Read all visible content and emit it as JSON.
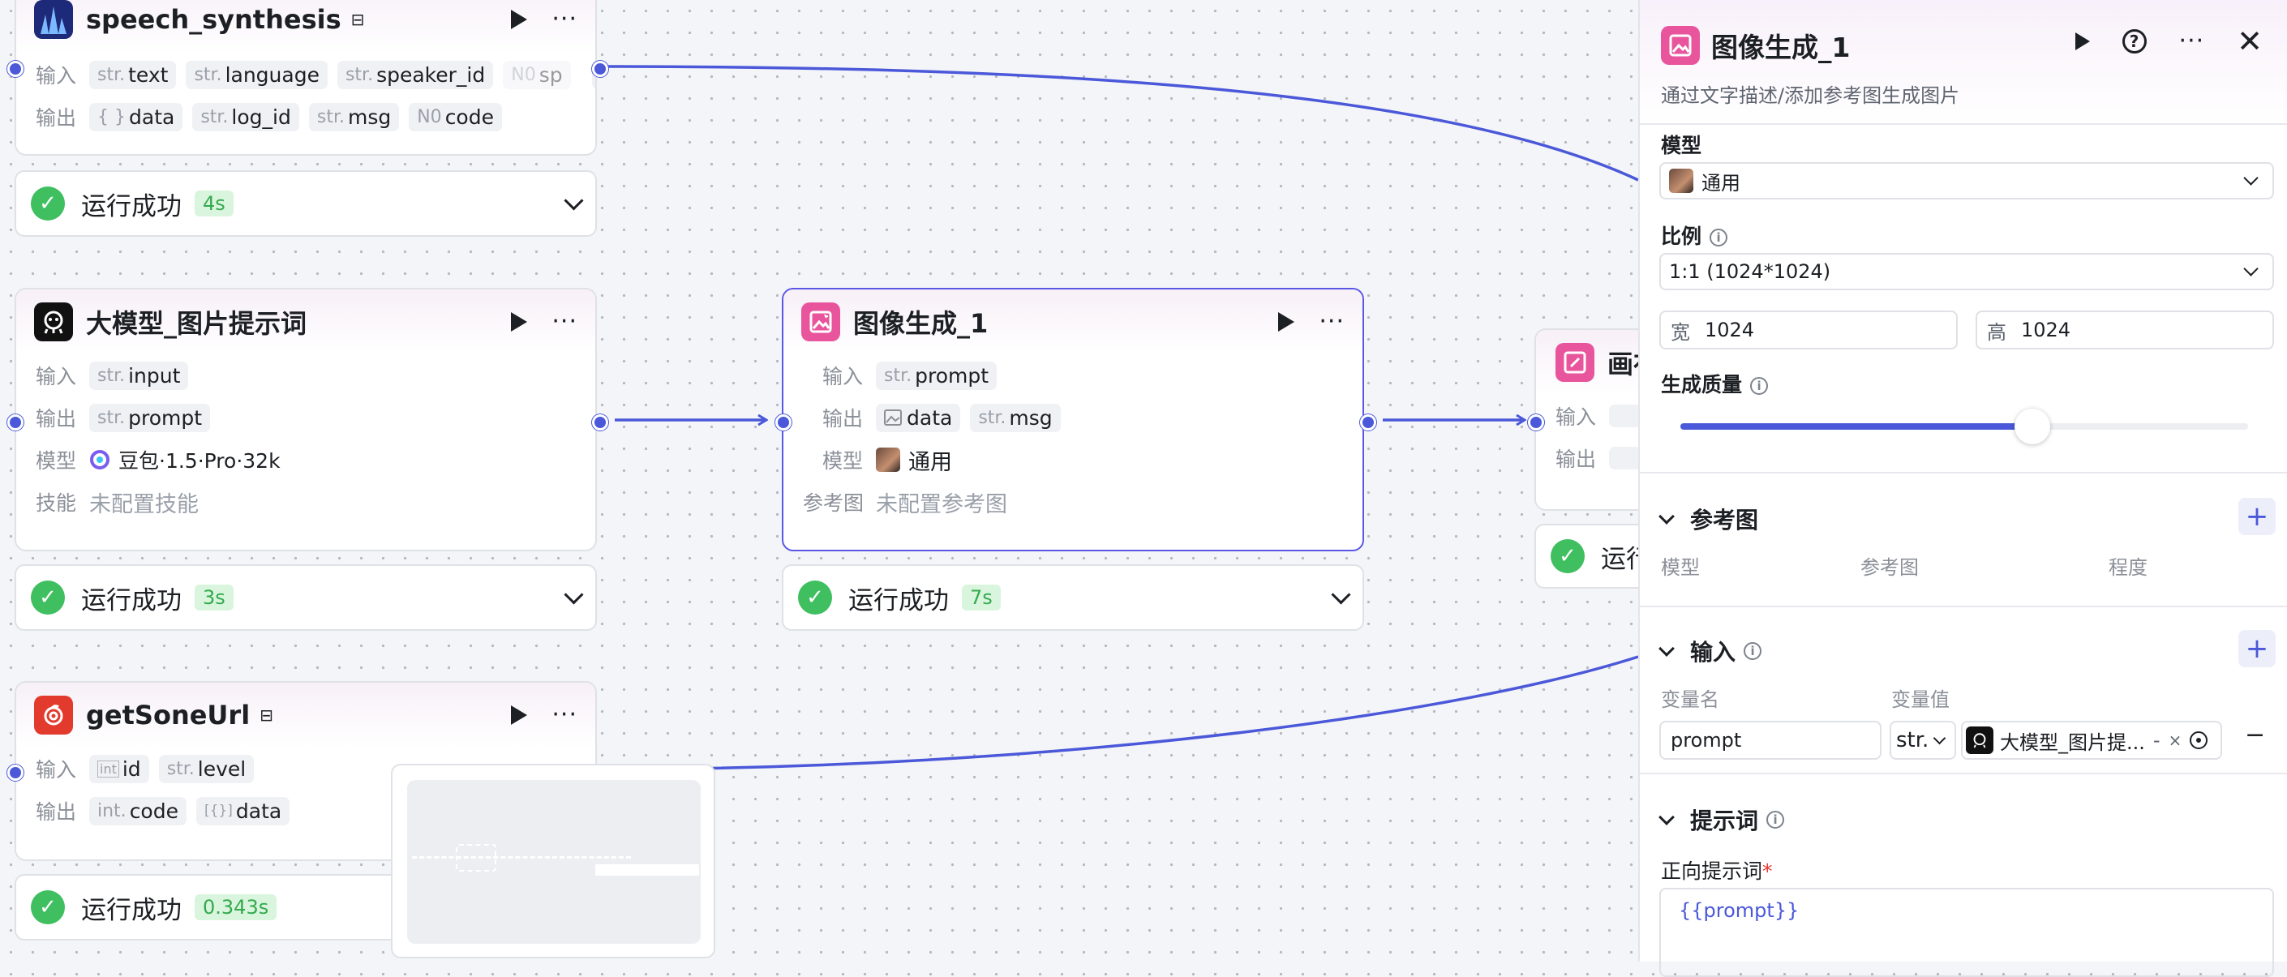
{
  "nodes": {
    "speech": {
      "title": "speech_synthesis",
      "in_label": "输入",
      "out_label": "输出",
      "inputs": [
        {
          "t": "str.",
          "n": "text"
        },
        {
          "t": "str.",
          "n": "language"
        },
        {
          "t": "str.",
          "n": "speaker_id"
        },
        {
          "t": "N0",
          "n": "sp"
        }
      ],
      "more": "···",
      "outputs": [
        {
          "t": "{ }",
          "n": "data"
        },
        {
          "t": "str.",
          "n": "log_id"
        },
        {
          "t": "str.",
          "n": "msg"
        },
        {
          "t": "N0",
          "n": "code"
        }
      ],
      "status": "运行成功",
      "time": "4s"
    },
    "llm": {
      "title": "大模型_图片提示词",
      "in_label": "输入",
      "out_label": "输出",
      "model_label": "模型",
      "skill_label": "技能",
      "input": {
        "t": "str.",
        "n": "input"
      },
      "output": {
        "t": "str.",
        "n": "prompt"
      },
      "model": "豆包·1.5·Pro·32k",
      "skill": "未配置技能",
      "status": "运行成功",
      "time": "3s"
    },
    "img": {
      "title": "图像生成_1",
      "in_label": "输入",
      "out_label": "输出",
      "model_label": "模型",
      "ref_label": "参考图",
      "input": {
        "t": "str.",
        "n": "prompt"
      },
      "outputs": [
        {
          "t": "img",
          "n": "data"
        },
        {
          "t": "str.",
          "n": "msg"
        }
      ],
      "model": "通用",
      "ref": "未配置参考图",
      "status": "运行成功",
      "time": "7s"
    },
    "canvas": {
      "title": "画布",
      "in_label": "输入",
      "out_label": "输出",
      "status": "运行"
    },
    "song": {
      "title": "getSoneUrl",
      "in_label": "输入",
      "out_label": "输出",
      "inputs": [
        {
          "t": "int",
          "n": "id"
        },
        {
          "t": "str.",
          "n": "level"
        }
      ],
      "outputs": [
        {
          "t": "int.",
          "n": "code"
        },
        {
          "t": "[{}]",
          "n": "data"
        }
      ],
      "status": "运行成功",
      "time": "0.343s"
    }
  },
  "panel": {
    "title": "图像生成_1",
    "desc": "通过文字描述/添加参考图生成图片",
    "model_label": "模型",
    "model_value": "通用",
    "ratio_label": "比例",
    "ratio_value": "1:1 (1024*1024)",
    "width_label": "宽",
    "width_value": "1024",
    "height_label": "高",
    "height_value": "1024",
    "quality_label": "生成质量",
    "quality_level": 0.62,
    "ref_section": "参考图",
    "ref_cols": [
      "模型",
      "参考图",
      "程度"
    ],
    "input_section": "输入",
    "var_name_col": "变量名",
    "var_value_col": "变量值",
    "var_name": "prompt",
    "var_type": "str.",
    "var_ref": "大模型_图片提...",
    "var_ref_sep": "-",
    "prompt_section": "提示词",
    "positive_label": "正向提示词",
    "required_mark": "*",
    "prompt_value": "{{prompt}}"
  },
  "colors": {
    "accent": "#4a58d9",
    "success": "#3fbf5f",
    "selected_border": "#5a57e6",
    "image_icon": "#e8559c"
  }
}
